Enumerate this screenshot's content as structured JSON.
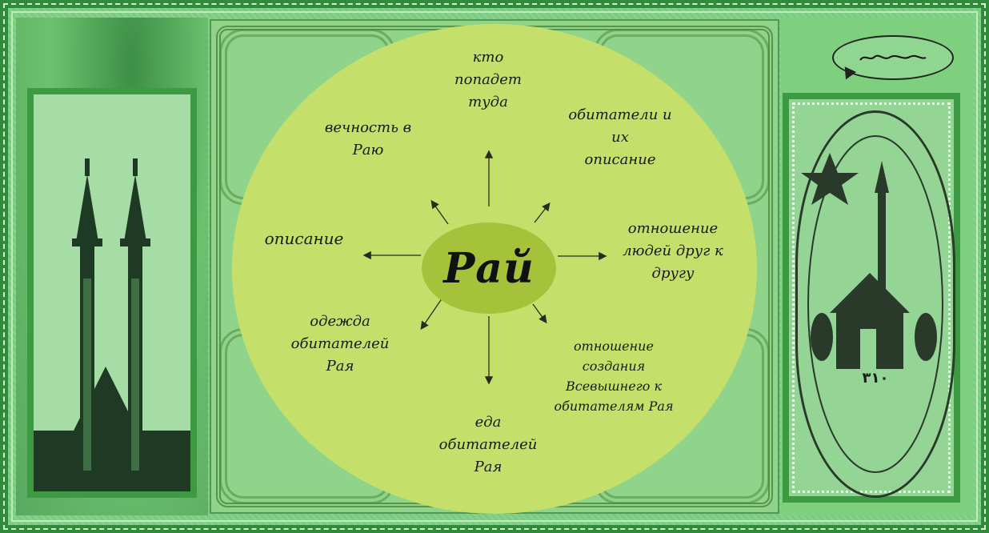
{
  "diagram": {
    "center": "Рай",
    "nodes": {
      "who_enters": [
        "кто",
        "попадет",
        "туда"
      ],
      "eternity": [
        "вечность в",
        "Раю"
      ],
      "inhabitants": [
        "обитатели и",
        "их",
        "описание"
      ],
      "description": [
        "описание"
      ],
      "relations": [
        "отношение",
        "людей друг к",
        "другу"
      ],
      "clothing": [
        "одежда",
        "обитателей",
        "Рая"
      ],
      "creator_relation": [
        "отношение",
        "создания",
        "Всевышнего к",
        "обитателям Рая"
      ],
      "food": [
        "еда",
        "обитателей",
        "Рая"
      ]
    }
  },
  "decor": {
    "stamp_number": "٣١٠"
  },
  "colors": {
    "frame": "#2f8a3a",
    "background": "#7fcf86",
    "circle": "#c4e06a",
    "center_oval": "#a6c23a",
    "arrow": "#2a2a20"
  }
}
